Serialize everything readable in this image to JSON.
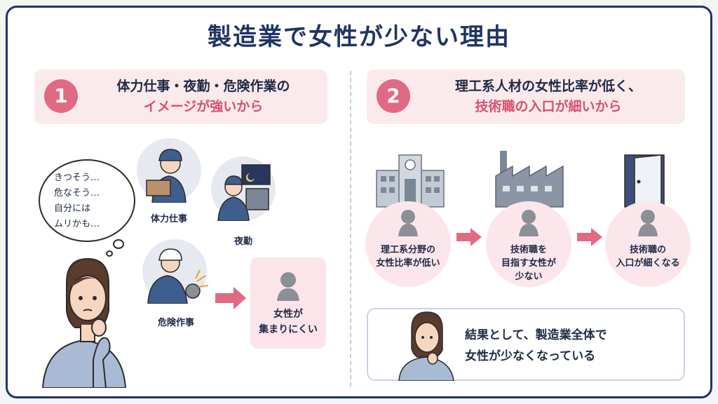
{
  "title": "製造業で女性が少ない理由",
  "sections": [
    {
      "number": "1",
      "heading_line1": "体力仕事・夜勤・危険作業の",
      "heading_line2": "イメージが強いから",
      "thought_lines": [
        "きつそう…",
        "危なそう…",
        "自分には",
        "ムリかも…"
      ],
      "workers": [
        "体力仕事",
        "夜勤",
        "危険作事"
      ],
      "result_line1": "女性が",
      "result_line2": "集まりにくい"
    },
    {
      "number": "2",
      "heading_line1": "理工系人材の女性比率が低く、",
      "heading_line2": "技術職の入口が細いから",
      "steps": [
        {
          "line1": "理工系分野の",
          "line2": "女性比率が低い",
          "line3": ""
        },
        {
          "line1": "技術職を",
          "line2": "目指す女性が",
          "line3": "少ない"
        },
        {
          "line1": "技術職の",
          "line2": "入口が細くなる",
          "line3": ""
        }
      ],
      "conclusion_line1": "結果として、製造業全体で",
      "conclusion_line2": "女性が少なくなっている"
    }
  ],
  "colors": {
    "navy": "#1f3564",
    "pink": "#e06a82",
    "pink_text": "#d9506e",
    "pink_bg": "#fbeaec",
    "gray_icon": "#8b8f96"
  },
  "icons": [
    "thought-bubble-icon",
    "worker-icon",
    "arrow-right-icon",
    "person-icon",
    "school-building-icon",
    "factory-icon",
    "door-icon"
  ]
}
